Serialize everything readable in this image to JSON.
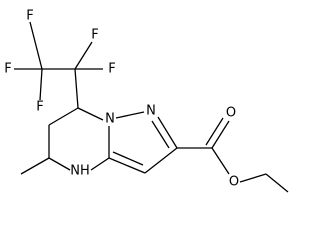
{
  "figure": {
    "type": "chemical-structure",
    "atom_labels": {
      "f_top_left": "F",
      "f_top_right": "F",
      "f_left": "F",
      "f_right": "F",
      "f_ring": "F",
      "n1": "N",
      "n2": "N",
      "nh": "NH",
      "o_carbonyl": "O",
      "o_ester": "O"
    },
    "colors": {
      "bond": "#000000",
      "text": "#000000",
      "background": "#ffffff"
    }
  }
}
